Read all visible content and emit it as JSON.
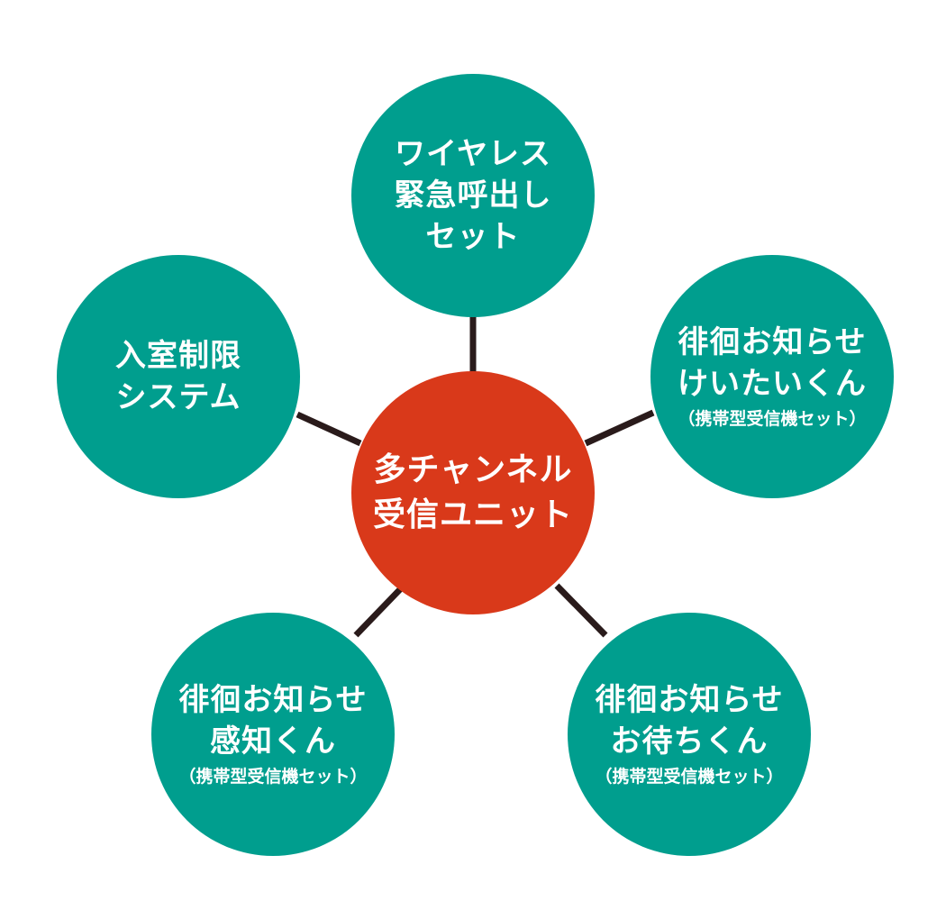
{
  "colors": {
    "satellite": "#009e8e",
    "center": "#d9391a",
    "connector": "#2a1b1b"
  },
  "center": {
    "lines": [
      "多チャンネル",
      "受信ユニット"
    ]
  },
  "nodes": {
    "top": {
      "lines": [
        "ワイヤレス",
        "緊急呼出し",
        "セット"
      ]
    },
    "left": {
      "lines": [
        "入室制限",
        "システム"
      ]
    },
    "right": {
      "lines": [
        "徘徊お知らせ",
        "けいたいくん"
      ],
      "sub": "（携帯型受信機セット）"
    },
    "bottom_left": {
      "lines": [
        "徘徊お知らせ",
        "感知くん"
      ],
      "sub": "（携帯型受信機セット）"
    },
    "bottom_right": {
      "lines": [
        "徘徊お知らせ",
        "お待ちくん"
      ],
      "sub": "（携帯型受信機セット）"
    }
  }
}
